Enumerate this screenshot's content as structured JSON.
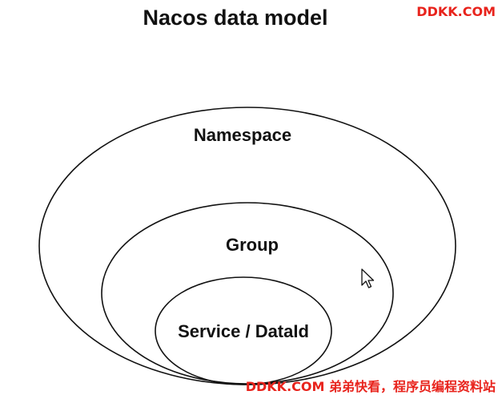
{
  "title": "Nacos data model",
  "layers": {
    "outer": {
      "label": "Namespace"
    },
    "middle": {
      "label": "Group"
    },
    "inner": {
      "label": "Service / DataId"
    }
  },
  "watermarks": {
    "top_right": "DDKK.COM",
    "bottom_right": "DDKK.COM 弟弟快看，程序员编程资料站"
  },
  "colors": {
    "watermark": "#e8231c",
    "stroke": "#111111",
    "text": "#111111",
    "background": "#ffffff"
  },
  "icons": {
    "cursor": "mouse-pointer-icon"
  }
}
